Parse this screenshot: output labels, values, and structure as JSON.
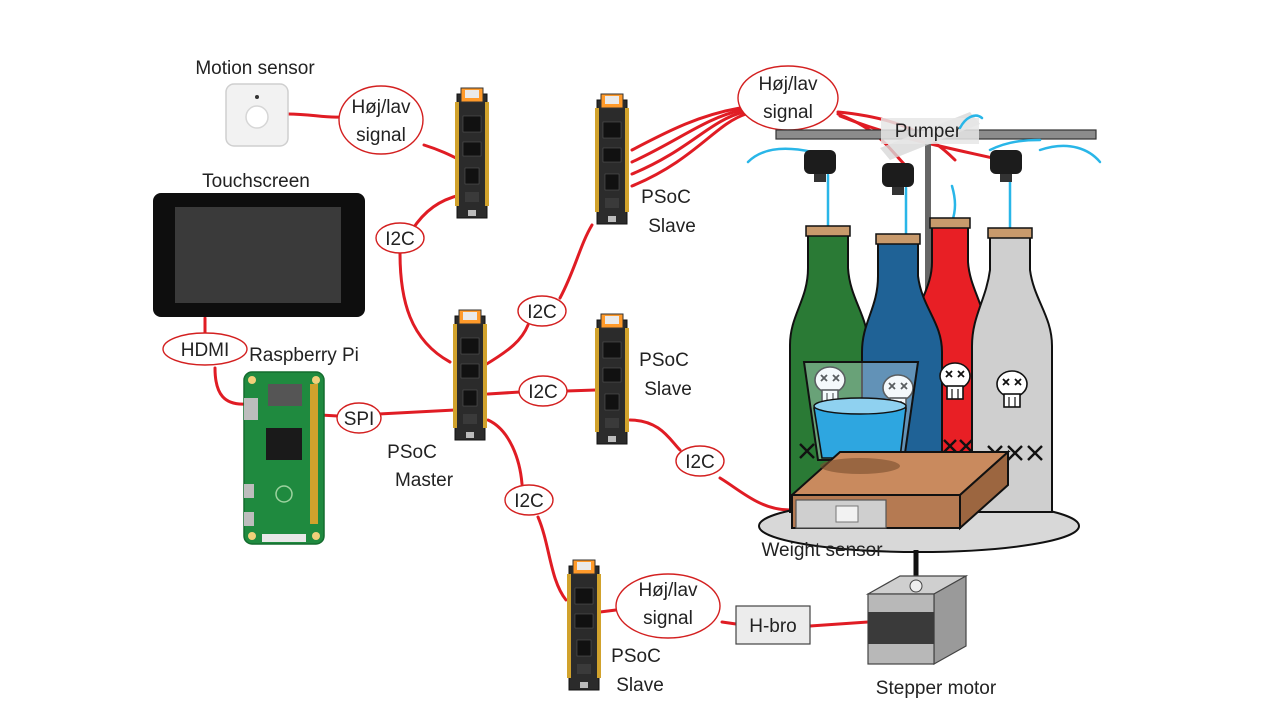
{
  "labels": {
    "motion_sensor": "Motion sensor",
    "touchscreen": "Touchscreen",
    "raspberry_pi": "Raspberry Pi",
    "psoc_master_line1": "PSoC",
    "psoc_master_line2": "Master",
    "psoc_slave_line1": "PSoC",
    "psoc_slave_line2": "Slave",
    "pumper": "Pumper",
    "weight_sensor": "Weight sensor",
    "stepper_motor": "Stepper motor",
    "h_bro": "H-bro"
  },
  "signals": {
    "hdmi": "HDMI",
    "spi": "SPI",
    "i2c": "I2C",
    "hoj_lav_line1": "Høj/lav",
    "hoj_lav_line2": "signal"
  },
  "colors": {
    "wire": "#e01c24",
    "tube": "#29b6e8",
    "bottle_green": "#2a7a35",
    "bottle_blue": "#1f6296",
    "bottle_red": "#e81f25",
    "bottle_gray": "#cfcfcf",
    "board_pcb": "#2b2b2b",
    "wood": "#b57a52"
  },
  "icons": {
    "skull": "skull-icon",
    "cross": "x-mark"
  }
}
